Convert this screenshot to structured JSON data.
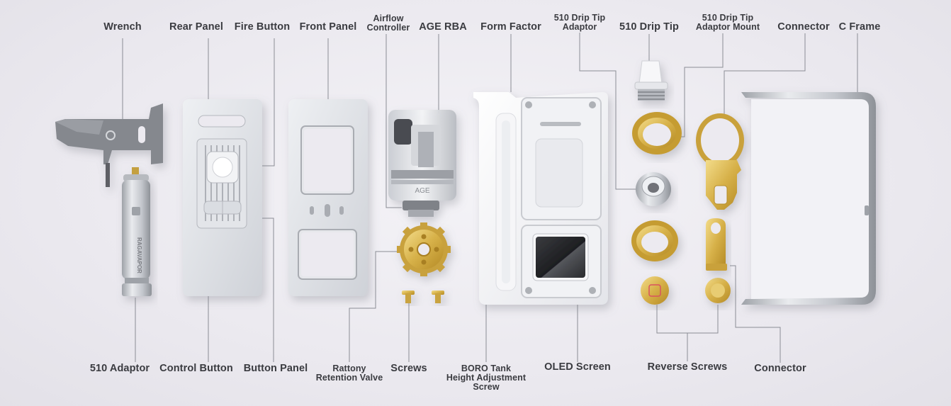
{
  "labels_top": {
    "wrench": "Wrench",
    "rear_panel": "Rear Panel",
    "fire_button": "Fire Button",
    "front_panel": "Front Panel",
    "airflow_line1": "Airflow",
    "airflow_line2": "Controller",
    "age_rba": "AGE RBA",
    "form_factor": "Form Factor",
    "drip_tip_adaptor_line1": "510 Drip Tip",
    "drip_tip_adaptor_line2": "Adaptor",
    "drip_tip": "510 Drip Tip",
    "drip_tip_mount_line1": "510 Drip Tip",
    "drip_tip_mount_line2": "Adaptor Mount",
    "connector": "Connector",
    "c_frame": "C Frame"
  },
  "labels_bottom": {
    "adaptor_510": "510 Adaptor",
    "control_button": "Control Button",
    "button_panel": "Button Panel",
    "rattony_line1": "Rattony",
    "rattony_line2": "Retention Valve",
    "screws": "Screws",
    "boro_line1": "BORO Tank",
    "boro_line2": "Height Adjustment",
    "boro_line3": "Screw",
    "oled_screen": "OLED Screen",
    "reverse_screws": "Reverse Screws",
    "connector": "Connector"
  },
  "part_markings": {
    "tank_logo": "AGE",
    "adaptor_text": "RAGAVAPOR"
  },
  "colors": {
    "background": "#eceaf0",
    "label_text": "#3a3b40",
    "leader_line": "#8b8d95",
    "gold": "#d9b64e",
    "aluminum": "#d8dade",
    "dark_metal": "#6b6e73"
  }
}
